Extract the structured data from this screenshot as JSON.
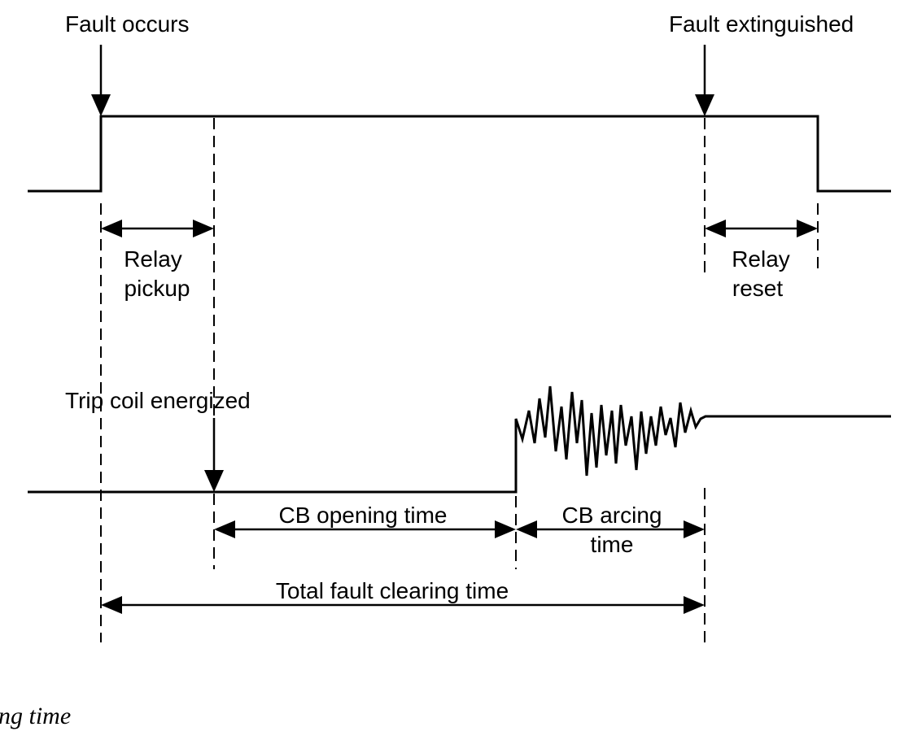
{
  "labels": {
    "fault_occurs": "Fault occurs",
    "fault_extinguished": "Fault extinguished",
    "relay_pickup_l1": "Relay",
    "relay_pickup_l2": "pickup",
    "relay_reset_l1": "Relay",
    "relay_reset_l2": "reset",
    "trip_coil": "Trip coil energized",
    "cb_opening": "CB opening time",
    "cb_arcing_l1": "CB arcing",
    "cb_arcing_l2": "time",
    "total_clearing": "Total fault clearing time"
  },
  "caption": "ng time"
}
